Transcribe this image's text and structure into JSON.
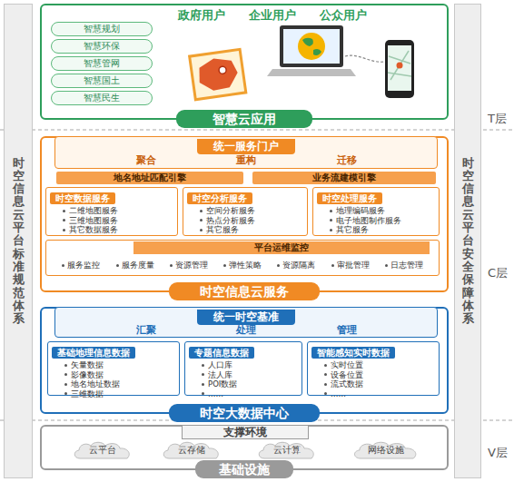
{
  "diagram": {
    "nodes": [
      {
        "text": [
          "时空信息云平台标准规范体系"
        ]
      },
      {
        "text": [
          "时空信息云平台安全保障体系"
        ]
      },
      {
        "text": [
          "政府用户",
          "企业用户",
          "公众用户",
          "智慧云应用"
        ]
      },
      {
        "text": [
          "智慧规划"
        ],
        "in": 2
      },
      {
        "text": [
          "智慧环保"
        ],
        "in": 2
      },
      {
        "text": [
          "智慧管网"
        ],
        "in": 2
      },
      {
        "text": [
          "智慧国土"
        ],
        "in": 2
      },
      {
        "text": [
          "智慧民生"
        ],
        "in": 2
      },
      {
        "text": [
          "时空信息云服务"
        ]
      },
      {
        "text": [
          "统一服务门户",
          "聚合",
          "重构",
          "迁移"
        ],
        "in": 8
      },
      {
        "text": [
          "地名地址匹配引擎"
        ],
        "in": 8
      },
      {
        "text": [
          "业务流建模引擎"
        ],
        "in": 8
      },
      {
        "text": [
          "时空数据服务",
          "二维地图服务",
          "三维地图服务",
          "其它数据服务"
        ],
        "in": 8
      },
      {
        "text": [
          "时空分析服务",
          "空间分析服务",
          "热点分析服务",
          "其它服务"
        ],
        "in": 8
      },
      {
        "text": [
          "时空处理服务",
          "地理编码服务",
          "电子地图制作服务",
          "其它服务"
        ],
        "in": 8
      },
      {
        "text": [
          "平台运维监控",
          "服务监控",
          "服务度量",
          "资源管理",
          "弹性策略",
          "资源隔离",
          "审批管理",
          "日志管理"
        ],
        "in": 8
      },
      {
        "text": [
          "时空大数据中心"
        ]
      },
      {
        "text": [
          "统一时空基准",
          "汇聚",
          "处理",
          "管理"
        ],
        "in": 16
      },
      {
        "text": [
          "基础地理信息数据",
          "矢量数据",
          "影像数据",
          "地名地址数据",
          "三维数据"
        ],
        "in": 16
      },
      {
        "text": [
          "专题信息数据",
          "人口库",
          "法人库",
          "POI数据",
          "……"
        ],
        "in": 16
      },
      {
        "text": [
          "智能感知实时数据",
          "实时位置",
          "设备位置",
          "流式数据",
          "……"
        ],
        "in": 16
      },
      {
        "text": [
          "基础设施"
        ]
      },
      {
        "text": [
          "支撑环境"
        ],
        "in": 21
      },
      {
        "text": [
          "云平台"
        ],
        "in": 21
      },
      {
        "text": [
          "云存储"
        ],
        "in": 21
      },
      {
        "text": [
          "云计算"
        ],
        "in": 21
      },
      {
        "text": [
          "网络设施"
        ],
        "in": 21
      }
    ],
    "labels": [
      "T层",
      "C层",
      "V层"
    ]
  }
}
